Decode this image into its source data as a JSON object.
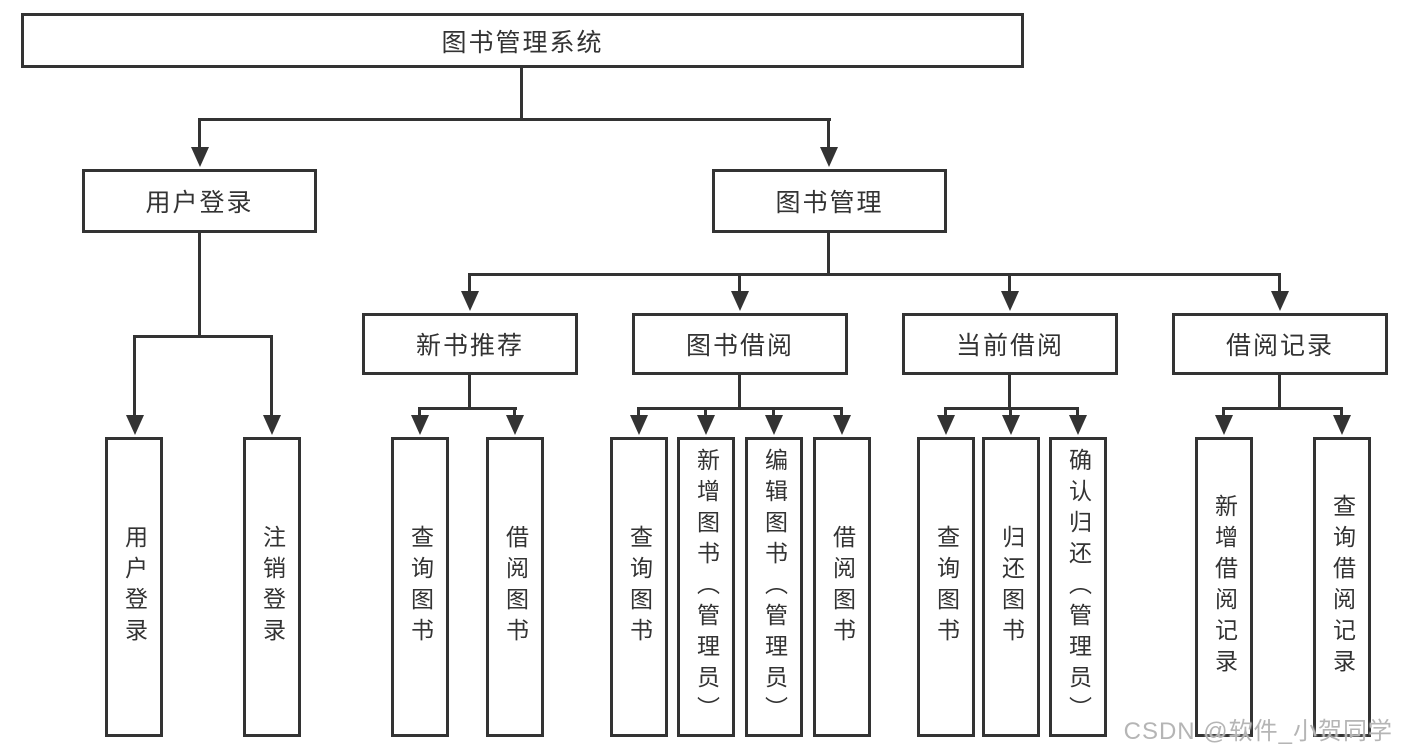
{
  "diagram": {
    "title": "图书管理系统",
    "level2": [
      {
        "label": "用户登录"
      },
      {
        "label": "图书管理"
      }
    ],
    "level3": [
      {
        "label": "新书推荐",
        "parent": "图书管理"
      },
      {
        "label": "图书借阅",
        "parent": "图书管理"
      },
      {
        "label": "当前借阅",
        "parent": "图书管理"
      },
      {
        "label": "借阅记录",
        "parent": "图书管理"
      }
    ],
    "leaves": [
      {
        "label": "用户登录",
        "parent": "用户登录"
      },
      {
        "label": "注销登录",
        "parent": "用户登录"
      },
      {
        "label": "查询图书",
        "parent": "新书推荐"
      },
      {
        "label": "借阅图书",
        "parent": "新书推荐"
      },
      {
        "label": "查询图书",
        "parent": "图书借阅"
      },
      {
        "label": "新增图书（管理员）",
        "parent": "图书借阅"
      },
      {
        "label": "编辑图书（管理员）",
        "parent": "图书借阅"
      },
      {
        "label": "借阅图书",
        "parent": "图书借阅"
      },
      {
        "label": "查询图书",
        "parent": "当前借阅"
      },
      {
        "label": "归还图书",
        "parent": "当前借阅"
      },
      {
        "label": "确认归还（管理员）",
        "parent": "当前借阅"
      },
      {
        "label": "新增借阅记录",
        "parent": "借阅记录"
      },
      {
        "label": "查询借阅记录",
        "parent": "借阅记录"
      }
    ]
  },
  "watermark": {
    "text": "CSDN @软件_小贺同学"
  },
  "colors": {
    "line": "#333333",
    "text": "#333333",
    "watermark": "#b5b5b5",
    "background": "#ffffff"
  }
}
